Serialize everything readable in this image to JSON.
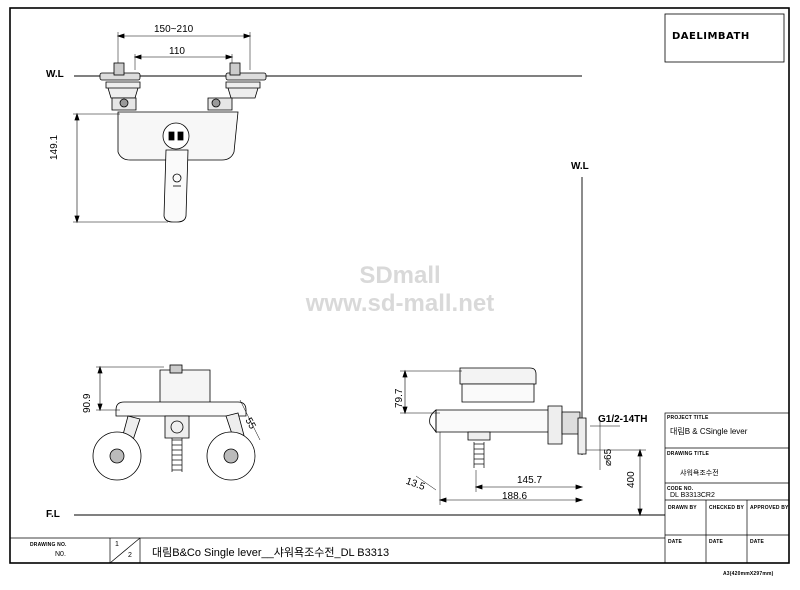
{
  "brand": {
    "logo_text": "DAELIMBATH"
  },
  "watermark": {
    "line1": "SDmall",
    "line2": "www.sd-mall.net"
  },
  "reference_lines": {
    "water_level": "W.L",
    "floor_level": "F.L"
  },
  "dimensions": {
    "top_range": "150~210",
    "top_center": "110",
    "front_height": "149.1",
    "bottom_height": "90.9",
    "bottom_angle_arm": "55",
    "side_height": "79.7",
    "thread": "G1/2-14TH",
    "diameter": "⌀65",
    "spout_offset": "13.5",
    "length_short": "145.7",
    "length_long": "188.6",
    "floor_height": "400"
  },
  "title_block": {
    "project_title_label": "PROJECT TITLE",
    "project_title": "대림B & CSingle lever",
    "drawing_title_label": "DRAWING TITLE",
    "drawing_title": "샤워욕조수전",
    "code_no_label": "CODE NO.",
    "code_no": "DL B3313CR2",
    "drawn_by_label": "DRAWN BY",
    "checked_by_label": "CHECKED BY",
    "approved_by_label": "APPROVED BY",
    "date_label": "DATE"
  },
  "bottom_strip": {
    "drawing_no_label": "DRAWING NO.",
    "drawing_no": "N0.",
    "sheet_current": "1",
    "sheet_total": "2",
    "description": "대림B&Co Single lever__샤워욕조수전_DL B3313"
  },
  "paper_size": "A3(420mmX297mm)"
}
